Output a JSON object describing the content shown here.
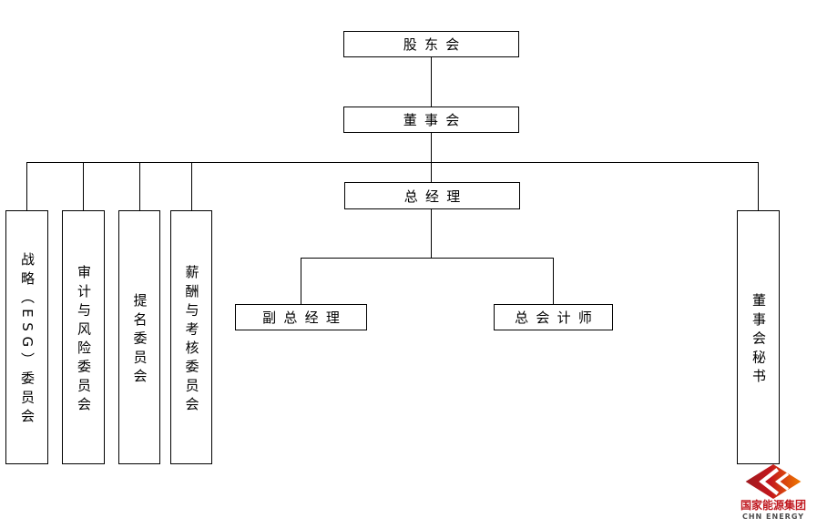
{
  "org_chart": {
    "nodes": {
      "shareholders_meeting": "股东会",
      "board_of_directors": "董事会",
      "general_manager": "总经理",
      "deputy_general_manager": "副总经理",
      "chief_accountant": "总会计师",
      "board_secretary": "董事会秘书"
    },
    "committees": [
      "战略（ESG）委员会",
      "审计与风险委员会",
      "提名委员会",
      "薪酬与考核委员会"
    ]
  },
  "logo": {
    "company_cn": "国家能源集团",
    "company_en": "CHN ENERGY",
    "brand_red": "#b01e23",
    "brand_bright_red": "#c4161c",
    "brand_orange": "#ef7a00",
    "text_gray": "#4d4d4d"
  },
  "colors": {
    "background": "#ffffff",
    "line": "#000000",
    "box_border": "#000000",
    "text": "#000000"
  }
}
